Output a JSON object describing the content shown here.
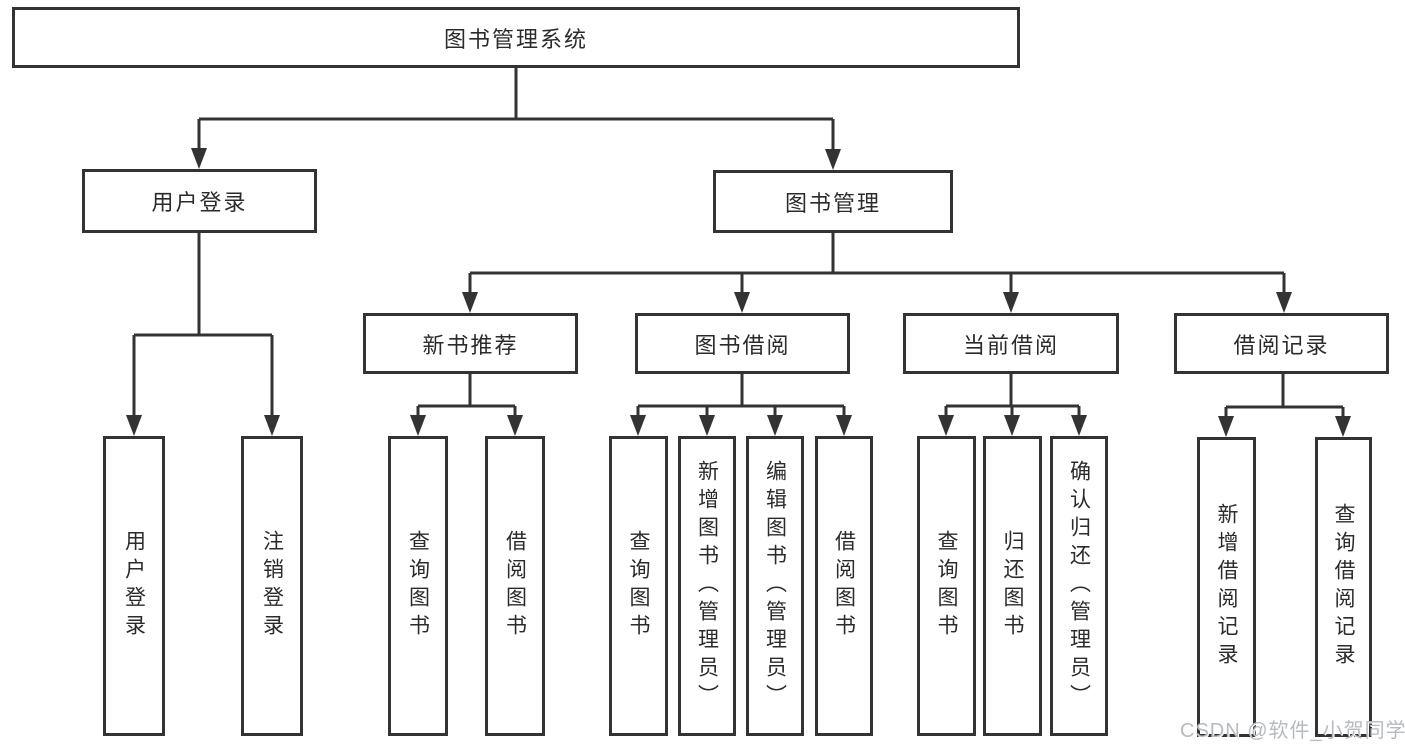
{
  "diagram": {
    "tree": {
      "id": "library-system",
      "label": "图书管理系统",
      "children": [
        {
          "id": "user-login-branch",
          "label": "用户登录",
          "children": [
            {
              "id": "user-login",
              "label": "用户登录"
            },
            {
              "id": "logout",
              "label": "注销登录"
            }
          ]
        },
        {
          "id": "book-management",
          "label": "图书管理",
          "children": [
            {
              "id": "new-book-recommend",
              "label": "新书推荐",
              "children": [
                {
                  "id": "nbr-query-books",
                  "label": "查询图书"
                },
                {
                  "id": "nbr-borrow-books",
                  "label": "借阅图书"
                }
              ]
            },
            {
              "id": "book-borrowing",
              "label": "图书借阅",
              "children": [
                {
                  "id": "bb-query-books",
                  "label": "查询图书"
                },
                {
                  "id": "bb-add-books",
                  "label": "新增图书（管理员）"
                },
                {
                  "id": "bb-edit-books",
                  "label": "编辑图书（管理员）"
                },
                {
                  "id": "bb-borrow-books",
                  "label": "借阅图书"
                }
              ]
            },
            {
              "id": "current-borrowing",
              "label": "当前借阅",
              "children": [
                {
                  "id": "cb-query-books",
                  "label": "查询图书"
                },
                {
                  "id": "cb-return-books",
                  "label": "归还图书"
                },
                {
                  "id": "cb-confirm-return",
                  "label": "确认归还（管理员）"
                }
              ]
            },
            {
              "id": "borrowing-records",
              "label": "借阅记录",
              "children": [
                {
                  "id": "br-add-record",
                  "label": "新增借阅记录"
                },
                {
                  "id": "br-query-record",
                  "label": "查询借阅记录"
                }
              ]
            }
          ]
        }
      ]
    },
    "watermark": "CSDN @软件_小贺同学",
    "colors": {
      "line": "#333333",
      "box_border": "#333333",
      "text": "#2b2b2b",
      "watermark": "#b7bbc0",
      "background": "#ffffff"
    }
  }
}
